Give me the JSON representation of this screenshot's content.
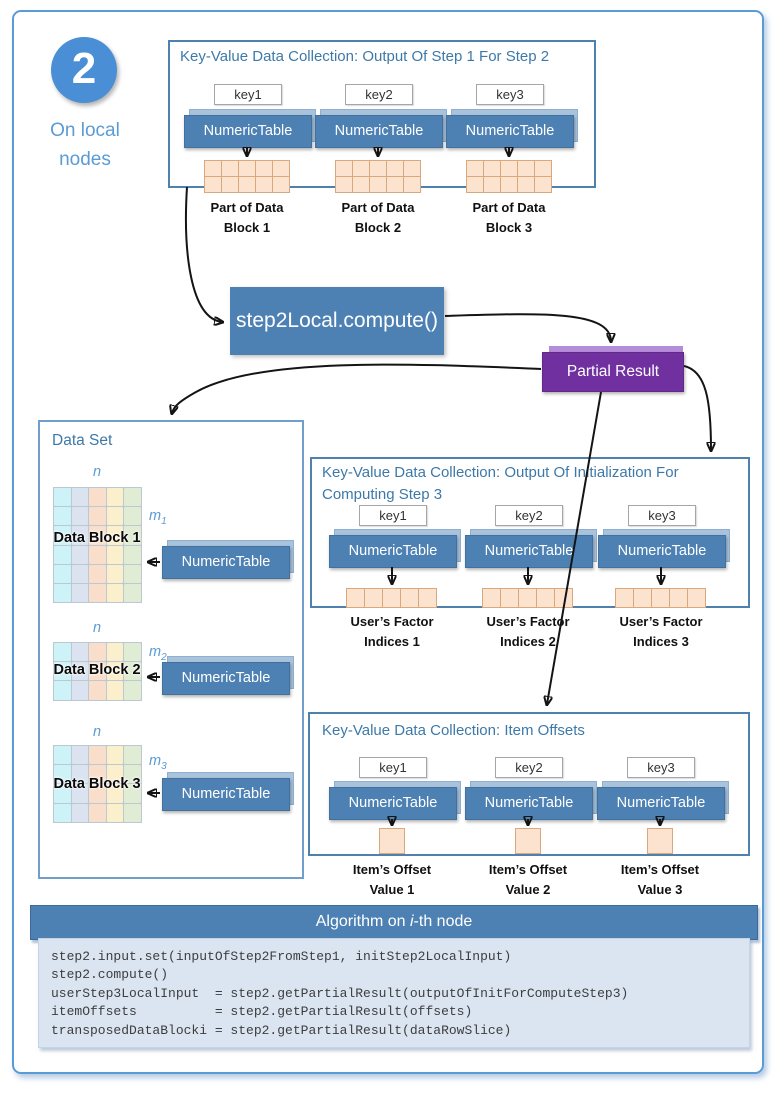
{
  "badge": {
    "number": "2",
    "caption": "On local\nnodes"
  },
  "kv1": {
    "title": "Key-Value Data Collection: Output Of Step 1 For Step 2",
    "columns": [
      {
        "key": "key1",
        "table": "NumericTable",
        "caption": "Part of Data\nBlock 1"
      },
      {
        "key": "key2",
        "table": "NumericTable",
        "caption": "Part of Data\nBlock 2"
      },
      {
        "key": "key3",
        "table": "NumericTable",
        "caption": "Part of Data\nBlock 3"
      }
    ]
  },
  "compute": {
    "label": "step2Local.compute()"
  },
  "partial_result": {
    "label": "Partial Result"
  },
  "dataset": {
    "title": "Data Set",
    "blocks": [
      {
        "name": "Data Block 1",
        "cols_label": "n",
        "rows_label": "m",
        "rows_sub": "1",
        "table": "NumericTable"
      },
      {
        "name": "Data Block 2",
        "cols_label": "n",
        "rows_label": "m",
        "rows_sub": "2",
        "table": "NumericTable"
      },
      {
        "name": "Data Block 3",
        "cols_label": "n",
        "rows_label": "m",
        "rows_sub": "3",
        "table": "NumericTable"
      }
    ]
  },
  "kv2": {
    "title": "Key-Value Data Collection: Output Of Initialization For Computing Step 3",
    "columns": [
      {
        "key": "key1",
        "table": "NumericTable",
        "caption": "User’s Factor\nIndices 1"
      },
      {
        "key": "key2",
        "table": "NumericTable",
        "caption": "User’s Factor\nIndices 2"
      },
      {
        "key": "key3",
        "table": "NumericTable",
        "caption": "User’s Factor\nIndices 3"
      }
    ]
  },
  "kv3": {
    "title": "Key-Value Data Collection: Item Offsets",
    "columns": [
      {
        "key": "key1",
        "table": "NumericTable",
        "caption": "Item’s Offset\nValue 1"
      },
      {
        "key": "key2",
        "table": "NumericTable",
        "caption": "Item’s Offset\nValue 2"
      },
      {
        "key": "key3",
        "table": "NumericTable",
        "caption": "Item’s Offset\nValue 3"
      }
    ]
  },
  "algorithm": {
    "title_prefix": "Algorithm on ",
    "title_italic": "i",
    "title_suffix": "-th node",
    "code_lines": [
      "step2.input.set(inputOfStep2FromStep1, initStep2LocalInput)",
      "step2.compute()",
      "userStep3LocalInput  = step2.getPartialResult(outputOfInitForComputeStep3)",
      "itemOffsets          = step2.getPartialResult(offsets)",
      "transposedDataBlocki = step2.getPartialResult(dataRowSlice)"
    ]
  },
  "colors": {
    "accent_blue": "#4E81B3",
    "light_blue_text": "#5B9BD5",
    "title_blue": "#3D79A8",
    "purple": "#7030A0",
    "peach_cell": "#FBE3D0",
    "code_bg": "#DBE5F1",
    "dataset_column_colors": [
      "#CDF2F7",
      "#DBE3F0",
      "#F9DFCB",
      "#FCEFCB",
      "#E0ECD4"
    ]
  }
}
